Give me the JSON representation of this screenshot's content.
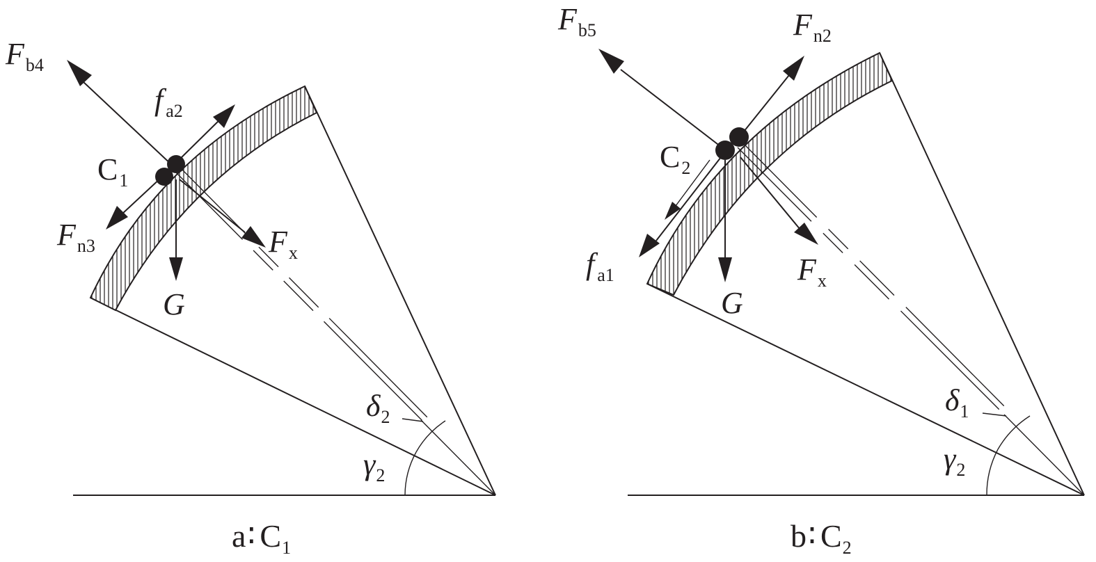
{
  "panels": [
    {
      "caption": {
        "letter": "a",
        "sep": "∶",
        "C": "C",
        "sub": "1"
      },
      "contact": {
        "C": "C",
        "sub": "1"
      },
      "forces": {
        "Fb": {
          "main": "F",
          "sub": "b4"
        },
        "fa": {
          "main": "f",
          "sub": "a2"
        },
        "Fn": {
          "main": "F",
          "sub": "n3"
        },
        "Fx": {
          "main": "F",
          "sub": "x"
        },
        "G": {
          "main": "G"
        }
      },
      "angles": {
        "delta": {
          "main": "δ",
          "sub": "2"
        },
        "gamma": {
          "main": "γ",
          "sub": "2"
        }
      }
    },
    {
      "caption": {
        "letter": "b",
        "sep": "∶",
        "C": "C",
        "sub": "2"
      },
      "contact": {
        "C": "C",
        "sub": "2"
      },
      "forces": {
        "Fb": {
          "main": "F",
          "sub": "b5"
        },
        "Fn": {
          "main": "F",
          "sub": "n2"
        },
        "fa": {
          "main": "f",
          "sub": "a1"
        },
        "Fx": {
          "main": "F",
          "sub": "x"
        },
        "G": {
          "main": "G"
        }
      },
      "angles": {
        "delta": {
          "main": "δ",
          "sub": "1"
        },
        "gamma": {
          "main": "γ",
          "sub": "2"
        }
      }
    }
  ]
}
